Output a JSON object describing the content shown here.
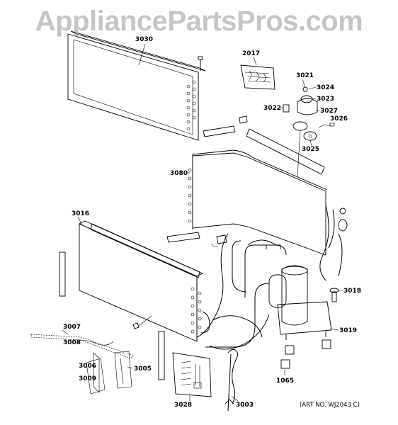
{
  "watermark": "AppliancePartsPros.com",
  "labels": {
    "p3030": "3030",
    "p2017": "2017",
    "p3021": "3021",
    "p3024": "3024",
    "p3023": "3023",
    "p3022": "3022",
    "p3027": "3027",
    "p3026": "3026",
    "p3025": "3025",
    "p3080": "3080",
    "p3016": "3016",
    "p3018": "3018",
    "p3019": "3019",
    "p3007": "3007",
    "p3008": "3008",
    "p3006": "3006",
    "p3009": "3009",
    "p3005": "3005",
    "p3028": "3028",
    "p3003": "3003",
    "p1065": "1065"
  },
  "art_number": "(ART NO. WJ2043 C)",
  "colors": {
    "line": "#000000",
    "watermark": "#969696",
    "background": "#ffffff"
  }
}
